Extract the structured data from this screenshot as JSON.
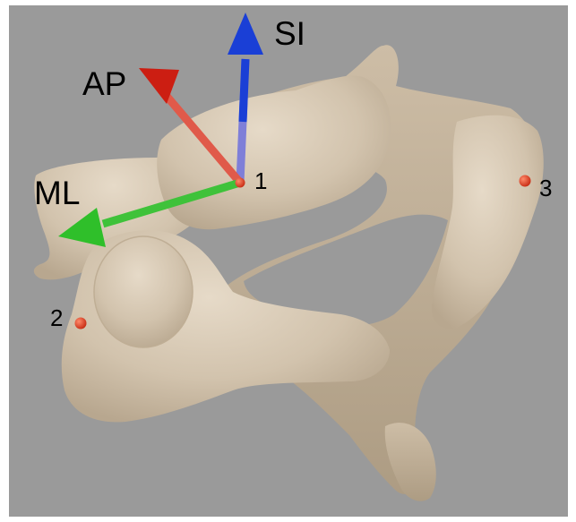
{
  "axes": {
    "si": {
      "label": "SI",
      "color": "#1a3fd6"
    },
    "ap": {
      "label": "AP",
      "color": "#e02a1a"
    },
    "ml": {
      "label": "ML",
      "color": "#2fbf2a"
    }
  },
  "landmarks": [
    {
      "label": "1",
      "color": "#e33a22"
    },
    {
      "label": "2",
      "color": "#e33a22"
    },
    {
      "label": "3",
      "color": "#e33a22"
    }
  ],
  "colors": {
    "background": "#9a9a9a",
    "bone": "#d6c8b3",
    "bone_shadow": "#b9a991"
  }
}
